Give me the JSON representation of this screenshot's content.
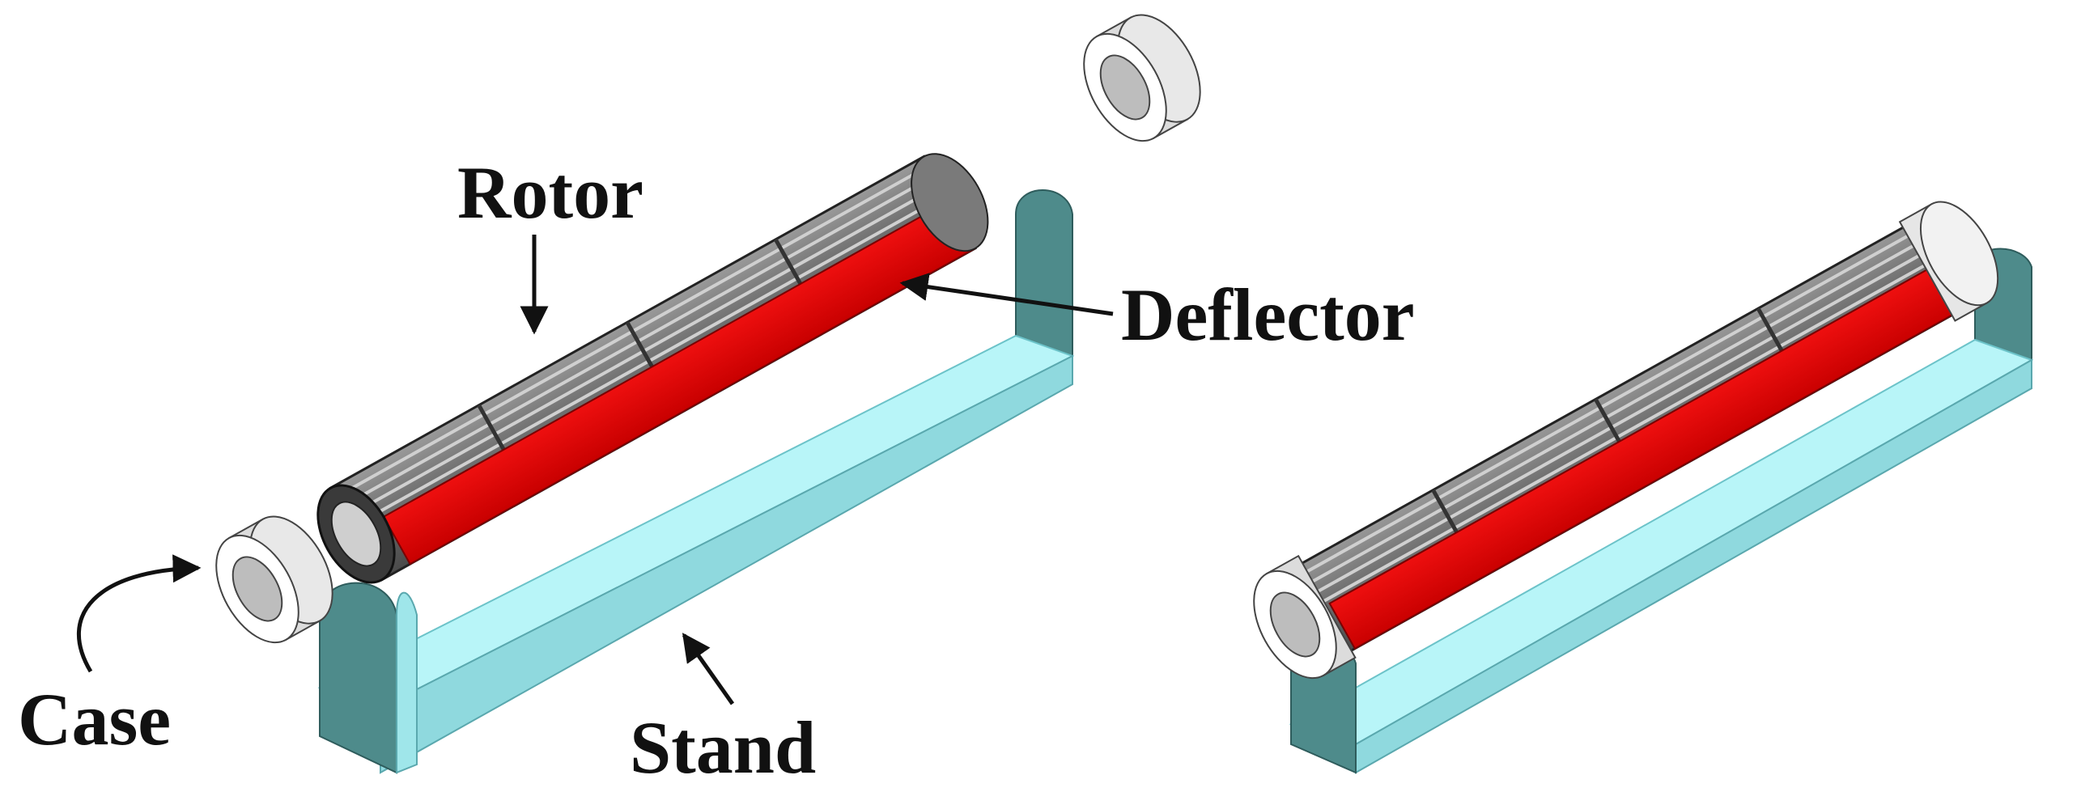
{
  "labels": {
    "rotor": "Rotor",
    "deflector": "Deflector",
    "case": "Case",
    "stand": "Stand"
  },
  "colors": {
    "rotor_dark": "#5a5a5a",
    "rotor_light": "#a8a8a8",
    "deflector": "#dd0000",
    "case": "#f4f4f4",
    "stand_face": "#b8f5f8",
    "stand_side": "#4e8b8b"
  }
}
